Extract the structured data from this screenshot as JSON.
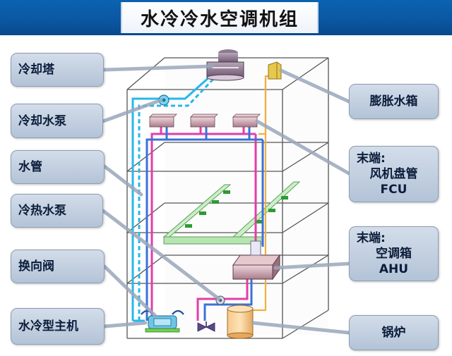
{
  "title": "水冷冷水空调机组",
  "labels": {
    "cooling_tower": "冷却塔",
    "cooling_pump": "冷却水泵",
    "water_pipe": "水管",
    "hot_cold_pump": "冷热水泵",
    "reversing_valve": "换向阀",
    "chiller": "水冷型主机",
    "expansion_tank": "膨胀水箱",
    "fcu_line1": "末端:",
    "fcu_line2": "风机盘管",
    "fcu_line3": "FCU",
    "ahu_line1": "末端:",
    "ahu_line2": "空调箱",
    "ahu_line3": "AHU",
    "boiler": "锅炉"
  },
  "colors": {
    "title_bar": "#0b57a3",
    "cooling_water": "#27b8e8",
    "supply_water": "#e23ea8",
    "return_water": "#3a72d8",
    "expansion_line": "#f0b040",
    "structure": "#555555",
    "leader": "#9aa8bb"
  }
}
